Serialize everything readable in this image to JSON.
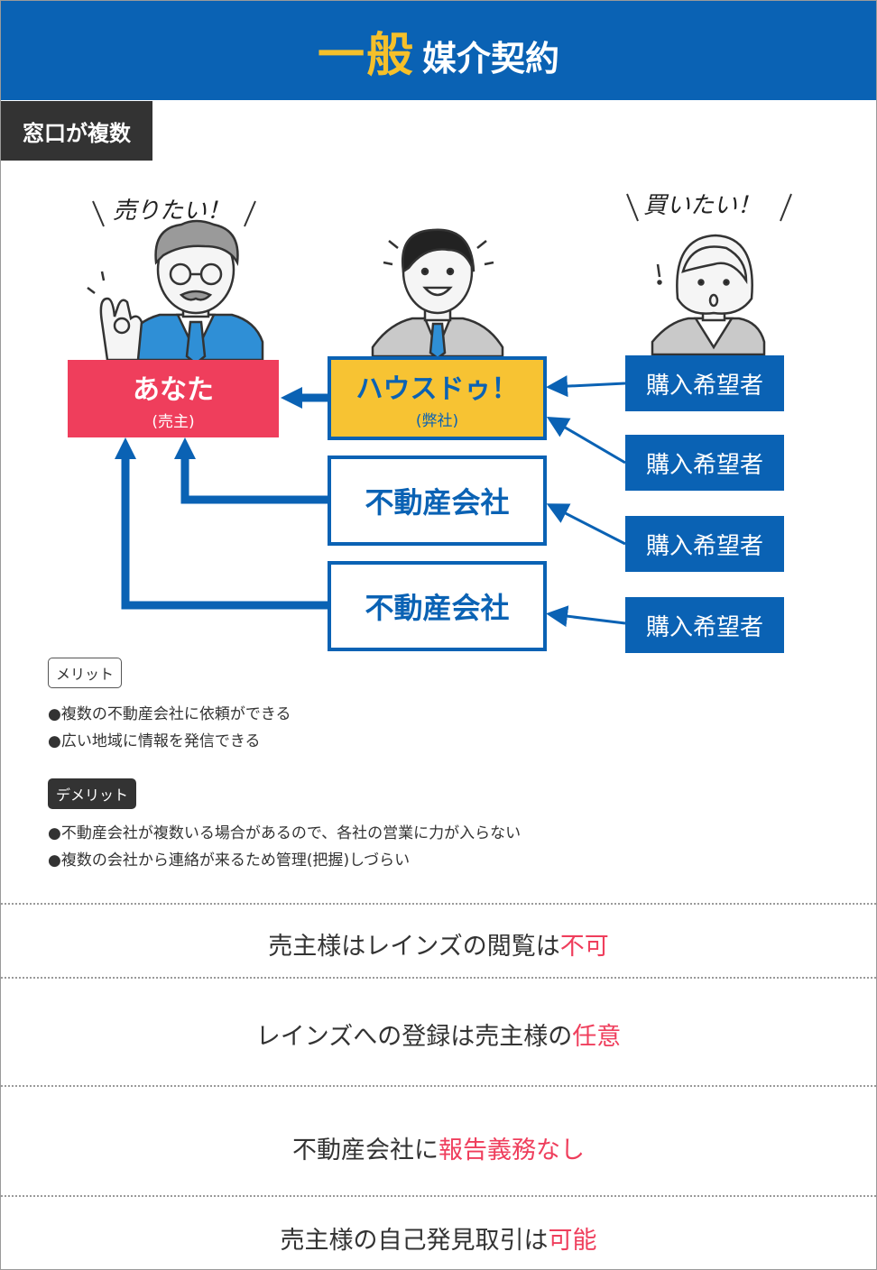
{
  "header": {
    "title_accent": "一般",
    "title_rest": "媒介契約"
  },
  "colors": {
    "brand_blue": "#0a62b4",
    "accent_yellow": "#f5c02a",
    "accent_pink": "#ef3e5c",
    "dark": "#333333"
  },
  "tag": "窓口が複数",
  "speech": {
    "seller": "売りたい！",
    "buyer": "買いたい！"
  },
  "nodes": {
    "you_main": "あなた",
    "you_sub": "(売主)",
    "housedo_main": "ハウスドゥ！",
    "housedo_sub": "(弊社)",
    "agent1": "不動産会社",
    "agent2": "不動産会社",
    "buyers": [
      "購入希望者",
      "購入希望者",
      "購入希望者",
      "購入希望者"
    ]
  },
  "merit": {
    "label": "メリット",
    "items": [
      "●複数の不動産会社に依頼ができる",
      "●広い地域に情報を発信できる"
    ]
  },
  "demerit": {
    "label": "デメリット",
    "items": [
      "●不動産会社が複数いる場合があるので、各社の営業に力が入らない",
      "●複数の会社から連絡が来るため管理(把握)しづらい"
    ]
  },
  "statements": [
    {
      "prefix": "売主様はレインズの閲覧は",
      "highlight": "不可"
    },
    {
      "prefix": "レインズへの登録は売主様の",
      "highlight": "任意"
    },
    {
      "prefix": "不動産会社に",
      "highlight": "報告義務なし"
    },
    {
      "prefix": "売主様の自己発見取引は",
      "highlight": "可能"
    }
  ]
}
